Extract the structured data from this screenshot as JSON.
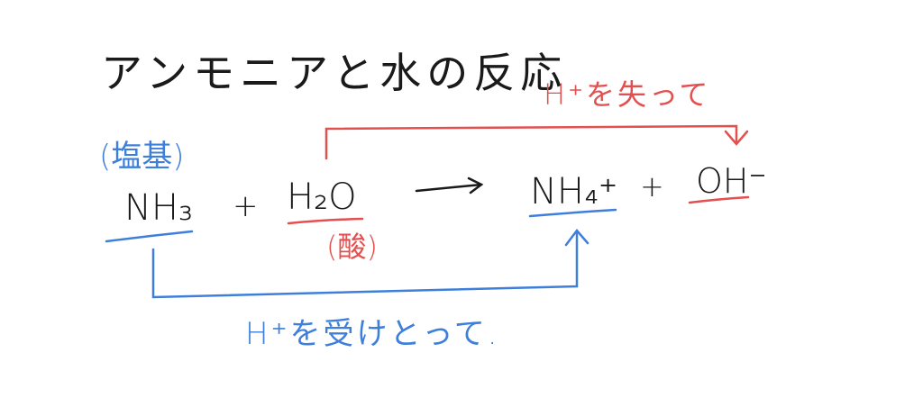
{
  "title": "アンモニアと水の反応",
  "colors": {
    "ink": "#1a1a1a",
    "red": "#e2504f",
    "blue": "#3f7fdc"
  },
  "labels": {
    "base_label": "(塩基)",
    "acid_label": "(酸)",
    "lose_h_label": "H⁺を失って",
    "gain_h_label": "H⁺を受けとって."
  },
  "equation": {
    "reactant1": "NH₃",
    "plus1": "+",
    "reactant2": "H₂O",
    "arrow": "→",
    "product1": "NH₄⁺",
    "plus2": "+",
    "product2": "OH⁻"
  }
}
